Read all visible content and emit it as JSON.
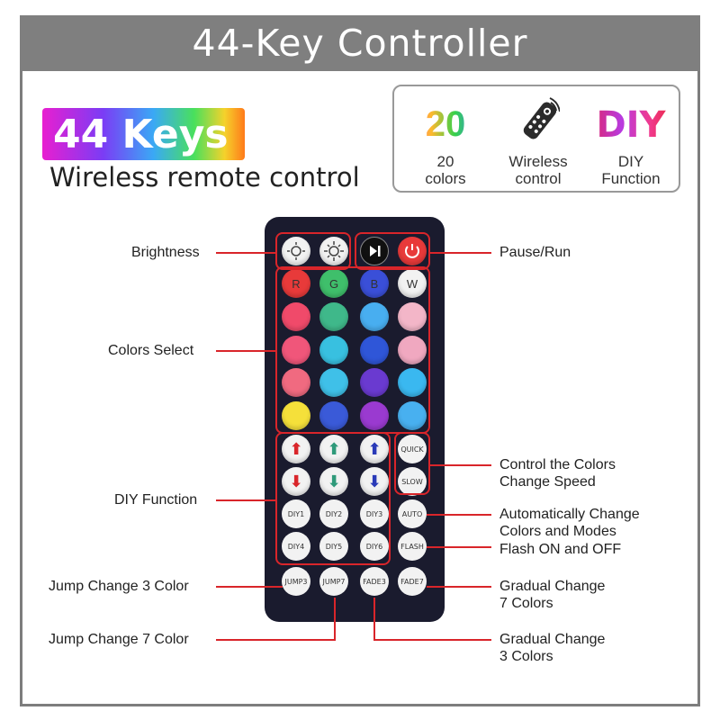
{
  "title": "44-Key Controller",
  "badge": "44 Keys",
  "subtitle": "Wireless remote control",
  "features": [
    {
      "big": "20",
      "line1": "20",
      "line2": "colors",
      "icon": "remote-icon"
    },
    {
      "line1": "Wireless",
      "line2": "control",
      "icon": "remote-icon"
    },
    {
      "big": "DIY",
      "line1": "DIY",
      "line2": "Function"
    }
  ],
  "labels": {
    "brightness": "Brightness",
    "colors_select": "Colors Select",
    "diy_function": "DIY Function",
    "jump3": "Jump Change 3 Color",
    "jump7": "Jump Change 7 Color",
    "pause_run": "Pause/Run",
    "speed_line1": "Control the Colors",
    "speed_line2": "Change Speed",
    "auto_line1": "Automatically Change",
    "auto_line2": "Colors and Modes",
    "flash": "Flash ON and OFF",
    "fade7_line1": "Gradual Change",
    "fade7_line2": "7 Colors",
    "fade3_line1": "Gradual Change",
    "fade3_line2": "3 Colors"
  },
  "remote": {
    "rgbw": [
      "R",
      "G",
      "B",
      "W"
    ],
    "diy": [
      "DIY1",
      "DIY2",
      "DIY3",
      "DIY4",
      "DIY5",
      "DIY6"
    ],
    "quick": "QUICK",
    "slow": "SLOW",
    "auto": "AUTO",
    "flash": "FLASH",
    "bottom": [
      "JUMP3",
      "JUMP7",
      "FADE3",
      "FADE7"
    ]
  },
  "colors": {
    "accent": "#d9252a",
    "row_rgbw": [
      "#e83a3a",
      "#3fbf6b",
      "#3a4fd8",
      "#f2f2f2"
    ],
    "row1": [
      "#f04a6a",
      "#3fb88a",
      "#48aef0",
      "#f3b6c8"
    ],
    "row2": [
      "#f0567a",
      "#38c0e0",
      "#2f56d8",
      "#f0a8c0"
    ],
    "row3": [
      "#f06a80",
      "#3fc0e8",
      "#6a3ad0",
      "#3ab8f0"
    ],
    "row4": [
      "#f5e03a",
      "#3a5ad8",
      "#9a3ad0",
      "#48b0f0"
    ]
  }
}
